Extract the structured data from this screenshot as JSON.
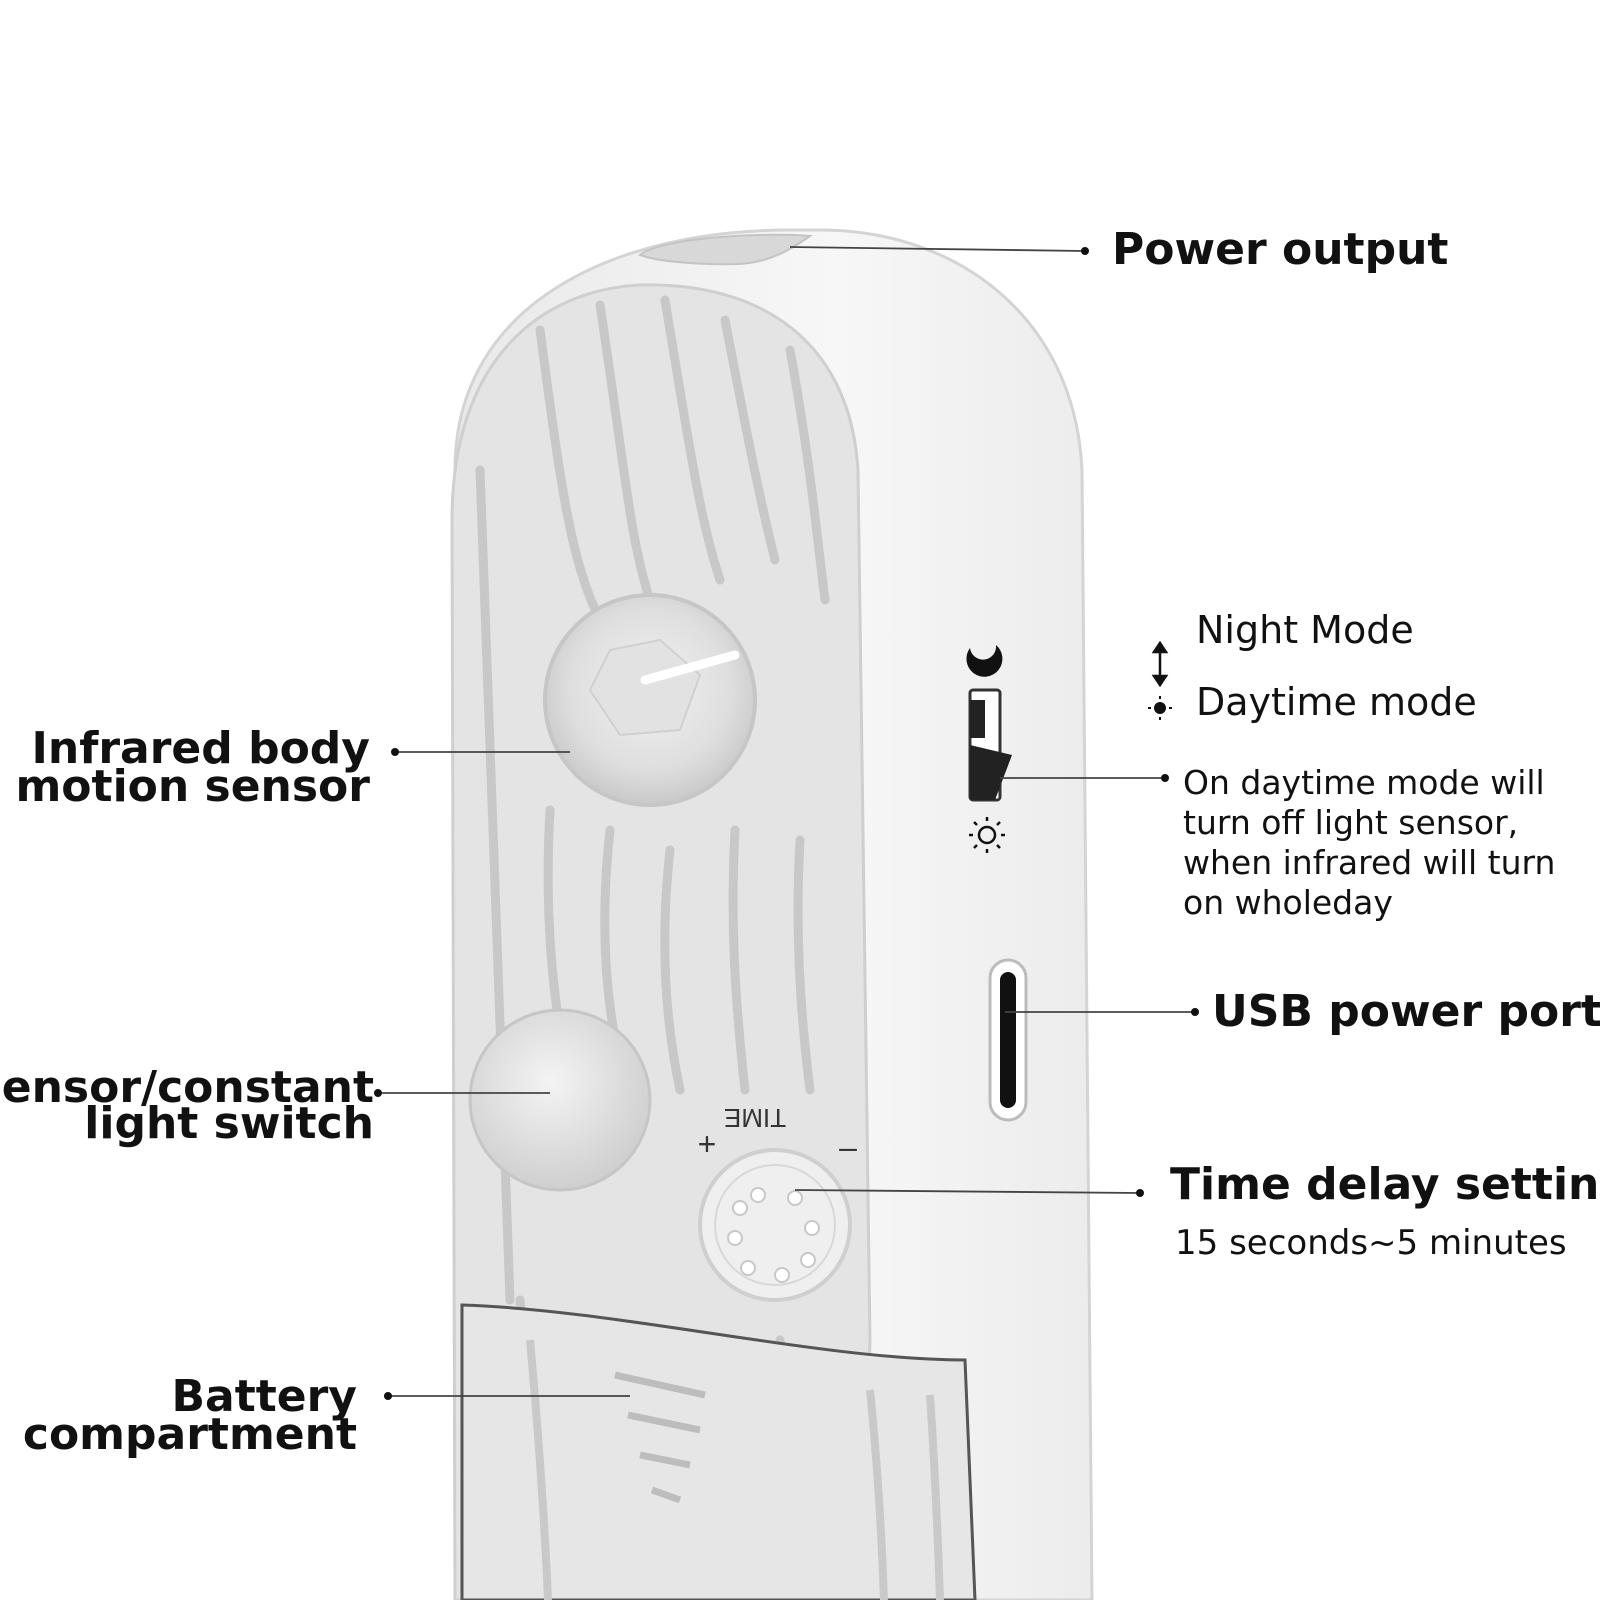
{
  "callouts": {
    "power_output": "Power output",
    "infrared_line1": "Infrared body",
    "infrared_line2": "motion sensor",
    "sensor_switch_line1": "Sensor/constant",
    "sensor_switch_line2": "light switch",
    "battery_line1": "Battery",
    "battery_line2": "compartment",
    "night_mode": "Night Mode",
    "daytime_mode": "Daytime mode",
    "daytime_note": [
      "On daytime mode will",
      "turn off light sensor,",
      "when infrared will turn",
      "on wholeday"
    ],
    "usb_port": "USB power port",
    "time_delay": "Time delay setting",
    "time_delay_range": "15 seconds~5 minutes"
  },
  "device_markings": {
    "time_label": "TIME",
    "plus": "+",
    "minus": "–"
  },
  "icons": [
    "moon-icon",
    "sun-icon",
    "arrow-icon"
  ],
  "colors": {
    "body": "#f4f4f4",
    "panel": "#e6e6e6",
    "ridge": "#cdcdcd",
    "text": "#111111"
  }
}
